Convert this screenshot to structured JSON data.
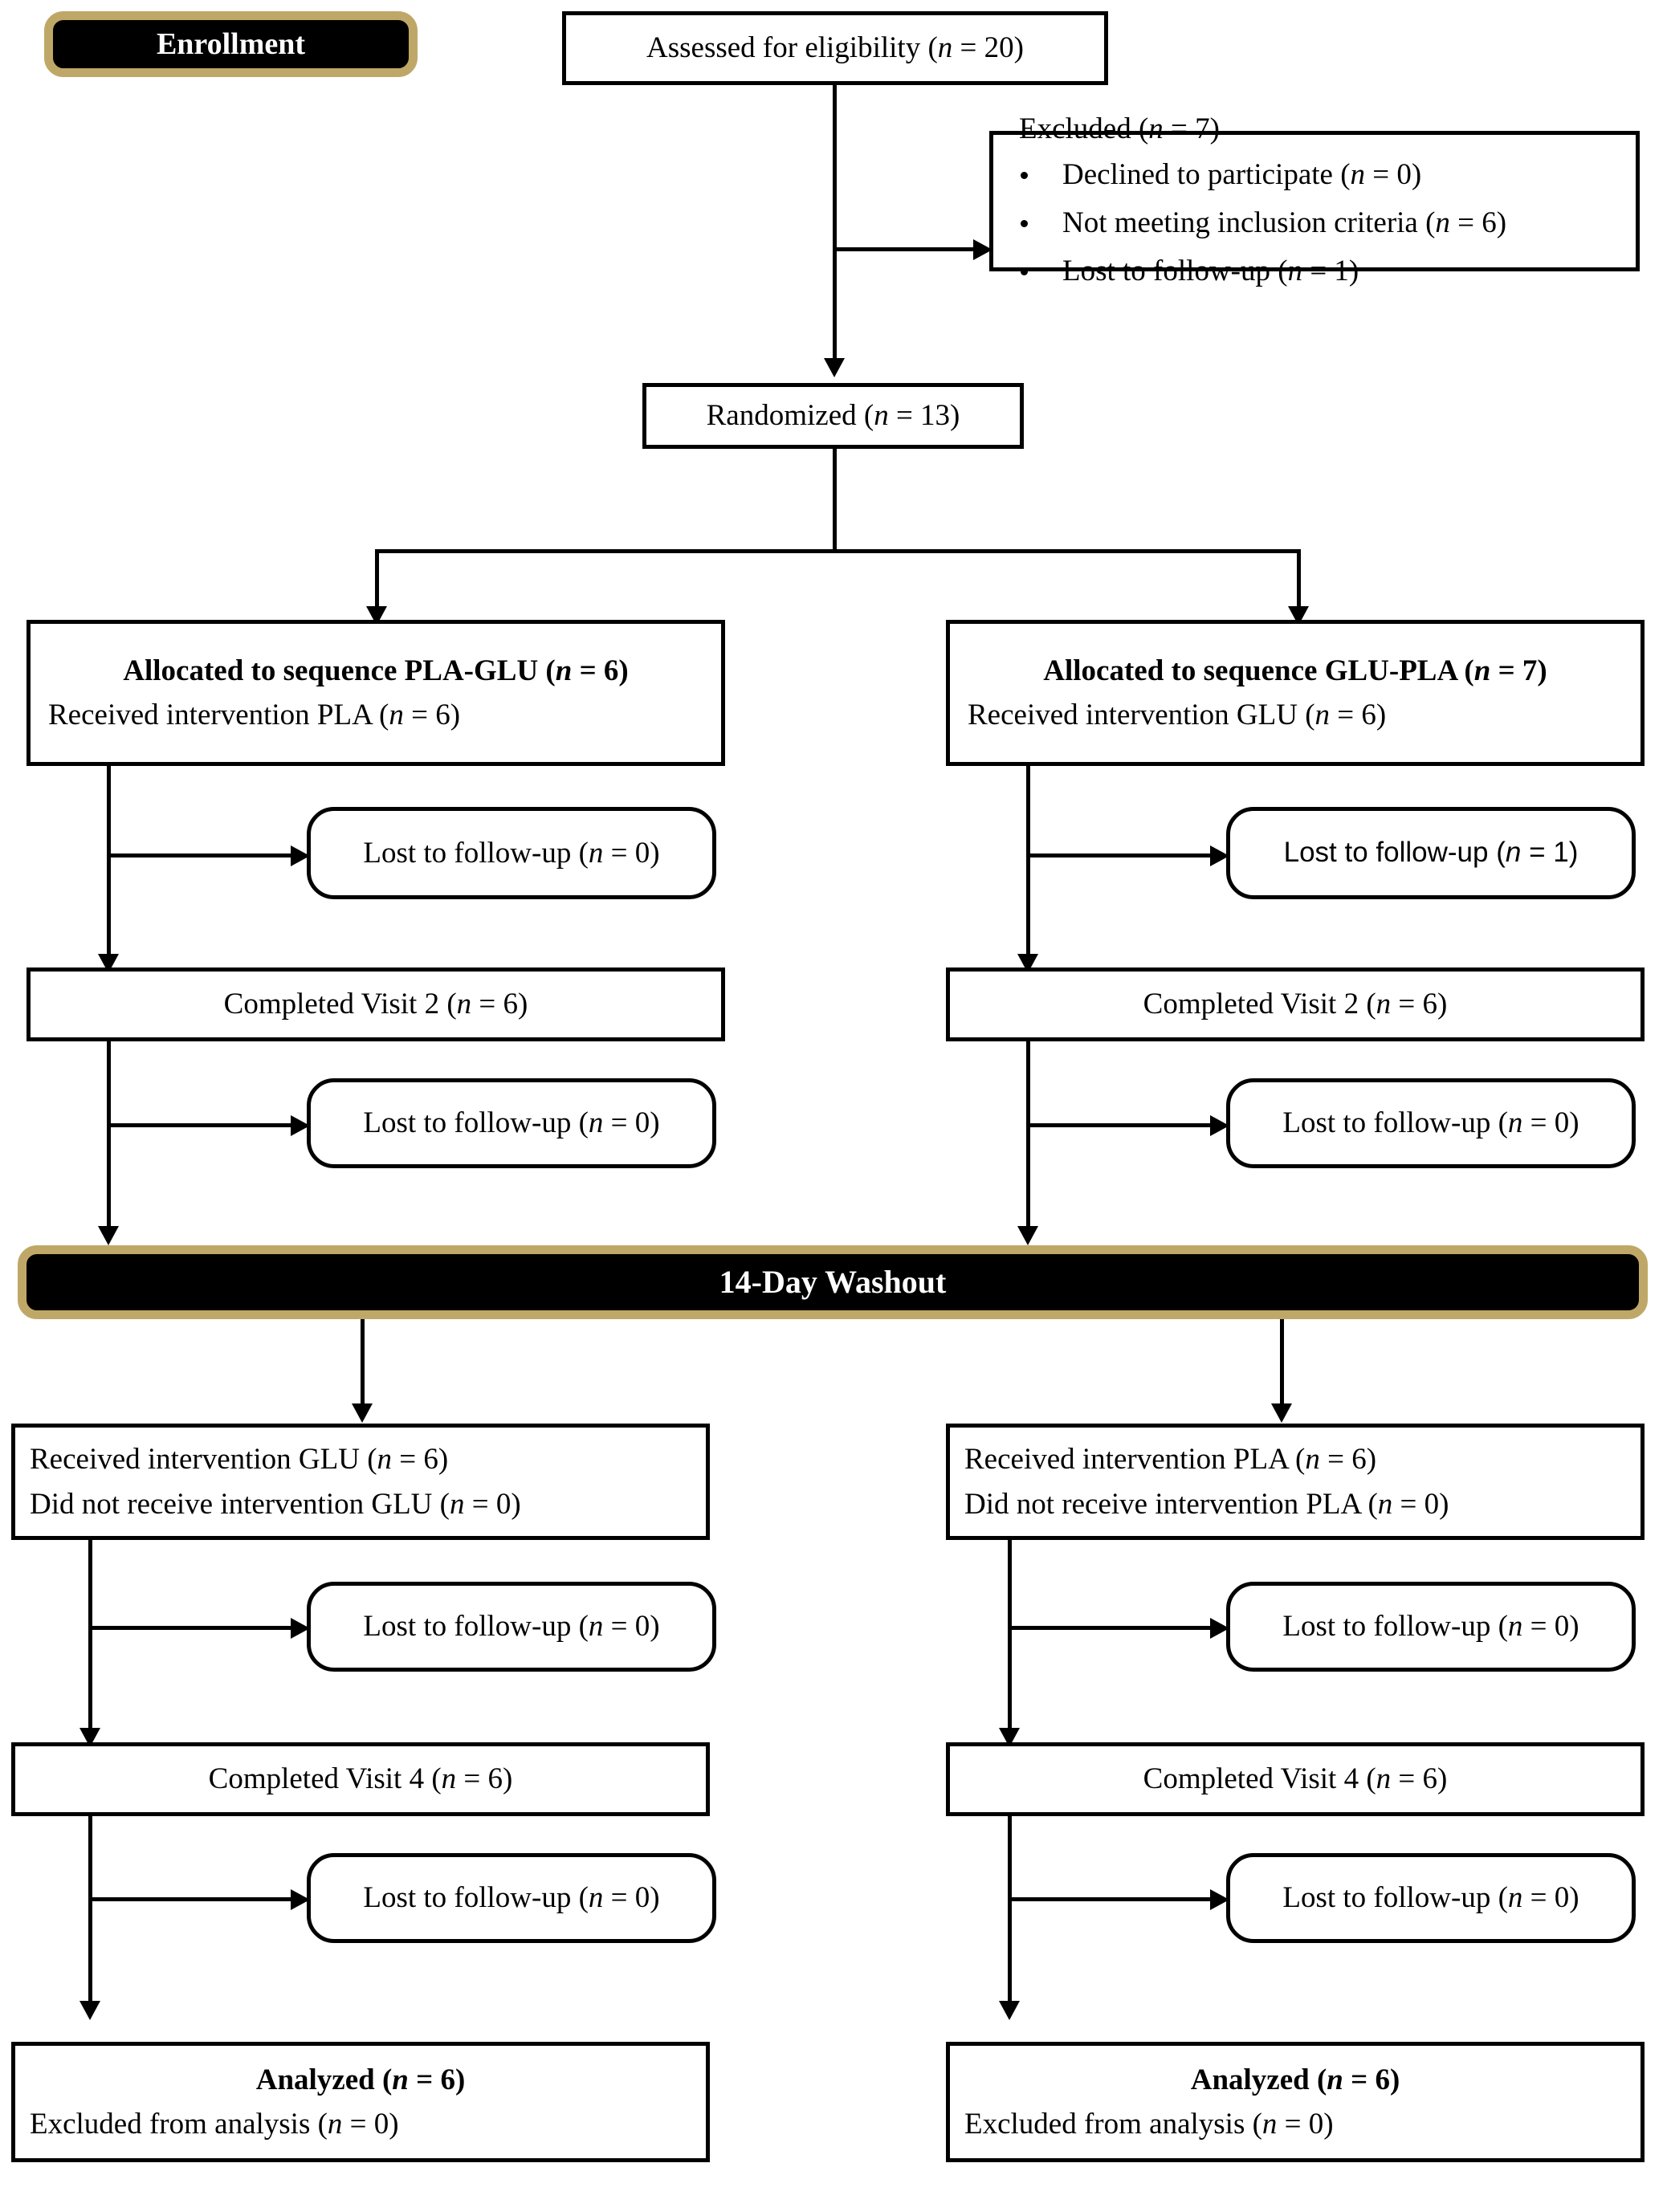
{
  "diagram": {
    "title": "CONSORT participant flow diagram",
    "type": "flowchart",
    "colors": {
      "banner_fill": "#000000",
      "banner_border": "#bfa867",
      "banner_text": "#ffffff",
      "box_border": "#000000",
      "box_fill": "#ffffff",
      "text": "#000000"
    }
  },
  "banners": {
    "enrollment": "Enrollment",
    "washout": "14-Day Washout"
  },
  "nodes": {
    "assessed": "Assessed for eligibility (n = 20)",
    "excluded_title": "Excluded (n = 7)",
    "excluded_items": [
      "Declined to participate (n = 0)",
      "Not meeting inclusion criteria (n = 6)",
      "Lost to follow-up (n = 1)"
    ],
    "randomized": "Randomized (n = 13)",
    "left": {
      "allocated": "Allocated to sequence PLA-GLU (n = 6)",
      "received": "Received intervention PLA (n = 6)",
      "ltf_1": "Lost to follow-up (n = 0)",
      "completed_v2": "Completed Visit 2 (n = 6)",
      "ltf_2": "Lost to follow-up (n = 0)",
      "received_post": "Received intervention GLU (n = 6)",
      "not_received_post": "Did not receive intervention GLU (n = 0)",
      "ltf_3": "Lost to follow-up (n = 0)",
      "completed_v4": "Completed Visit 4 (n = 6)",
      "ltf_4": "Lost to follow-up (n = 0)",
      "analyzed": "Analyzed (n = 6)",
      "excluded_analysis": "Excluded from analysis (n = 0)"
    },
    "right": {
      "allocated": "Allocated to sequence GLU-PLA (n = 7)",
      "received": "Received intervention GLU (n = 6)",
      "ltf_1": "Lost to follow-up (n = 1)",
      "completed_v2": "Completed Visit 2 (n = 6)",
      "ltf_2": "Lost to follow-up (n = 0)",
      "received_post": "Received intervention PLA (n = 6)",
      "not_received_post": "Did not receive intervention PLA (n = 0)",
      "ltf_3": "Lost to follow-up (n = 0)",
      "completed_v4": "Completed Visit 4 (n = 6)",
      "ltf_4": "Lost to follow-up (n = 0)",
      "analyzed": "Analyzed (n = 6)",
      "excluded_analysis": "Excluded from analysis (n = 0)"
    }
  }
}
